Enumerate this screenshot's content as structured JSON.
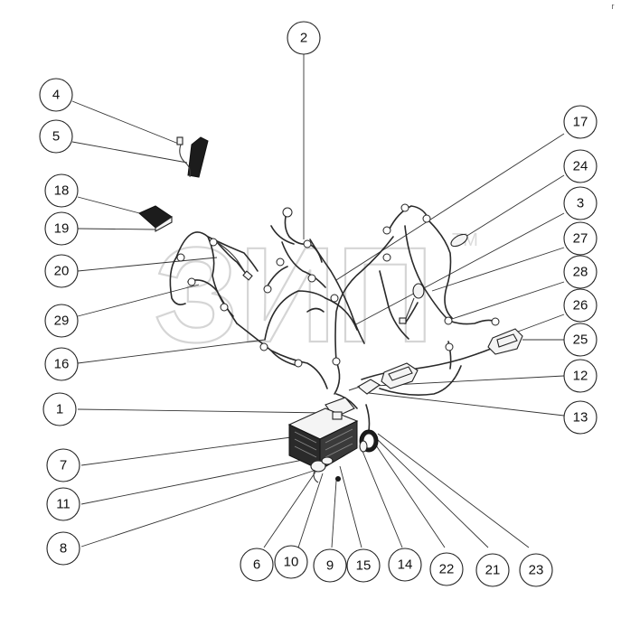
{
  "watermark": {
    "text": "ЗИП",
    "mark": "TM"
  },
  "corner_mark": "г",
  "callouts": [
    {
      "id": "c2",
      "label": "2"
    },
    {
      "id": "c4",
      "label": "4"
    },
    {
      "id": "c5",
      "label": "5"
    },
    {
      "id": "c17",
      "label": "17"
    },
    {
      "id": "c24",
      "label": "24"
    },
    {
      "id": "c18",
      "label": "18"
    },
    {
      "id": "c19",
      "label": "19"
    },
    {
      "id": "c3",
      "label": "3"
    },
    {
      "id": "c27",
      "label": "27"
    },
    {
      "id": "c20",
      "label": "20"
    },
    {
      "id": "c28",
      "label": "28"
    },
    {
      "id": "c29",
      "label": "29"
    },
    {
      "id": "c26",
      "label": "26"
    },
    {
      "id": "c25",
      "label": "25"
    },
    {
      "id": "c16",
      "label": "16"
    },
    {
      "id": "c12",
      "label": "12"
    },
    {
      "id": "c1",
      "label": "1"
    },
    {
      "id": "c13",
      "label": "13"
    },
    {
      "id": "c7",
      "label": "7"
    },
    {
      "id": "c11",
      "label": "11"
    },
    {
      "id": "c8",
      "label": "8"
    },
    {
      "id": "c6",
      "label": "6"
    },
    {
      "id": "c10",
      "label": "10"
    },
    {
      "id": "c9",
      "label": "9"
    },
    {
      "id": "c15",
      "label": "15"
    },
    {
      "id": "c14",
      "label": "14"
    },
    {
      "id": "c22",
      "label": "22"
    },
    {
      "id": "c21",
      "label": "21"
    },
    {
      "id": "c23",
      "label": "23"
    }
  ]
}
